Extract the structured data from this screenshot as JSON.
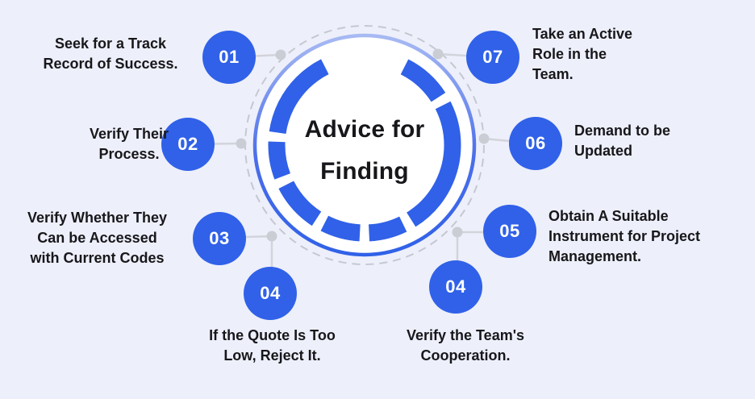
{
  "diagram_title": {
    "title_line1": "Advice for",
    "title_line2": "Finding"
  },
  "items": [
    {
      "label": "01",
      "text": "Seek for a Track Record of Success.",
      "side": "left"
    },
    {
      "label": "02",
      "text": "Verify Their Process.",
      "side": "left"
    },
    {
      "label": "03",
      "text": "Verify Whether They Can be Accessed with Current Codes",
      "side": "left"
    },
    {
      "label": "04",
      "text": "If the Quote Is Too Low, Reject It.",
      "side": "bottom-left"
    },
    {
      "label": "04",
      "text": "Verify the Team's Cooperation.",
      "side": "bottom-right"
    },
    {
      "label": "05",
      "text": "Obtain A Suitable Instrument for Project Management.",
      "side": "right"
    },
    {
      "label": "06",
      "text": "Demand to be Updated",
      "side": "right"
    },
    {
      "label": "07",
      "text": "Take an Active Role in the Team.",
      "side": "right"
    }
  ],
  "colors": {
    "background": "#edeffa",
    "accent_blue": "#3061e8",
    "text_dark": "#17171b",
    "badge_text": "#ffffff",
    "connector_gray": "#d3d4db",
    "dashed_ring_gray": "#c6c8d1"
  }
}
